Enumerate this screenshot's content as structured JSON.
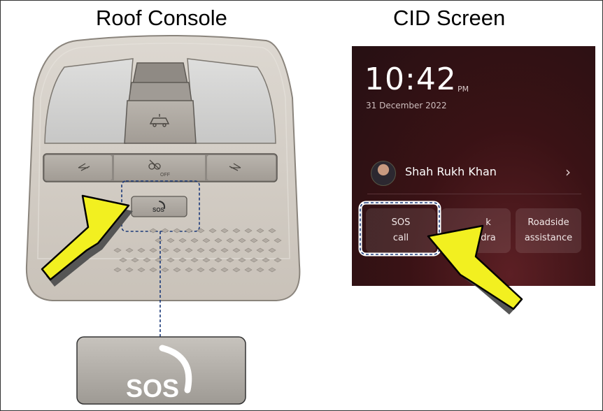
{
  "headings": {
    "left": "Roof Console",
    "right": "CID Screen"
  },
  "roof_console": {
    "sos_button_label": "SOS",
    "center_button_sublabel": "OFF",
    "zoom_label": "SOS"
  },
  "cid": {
    "time": "10:42",
    "ampm": "PM",
    "date": "31 December 2022",
    "contact_name": "Shah Rukh Khan",
    "buttons": [
      {
        "line1": "SOS",
        "line2": "call"
      },
      {
        "line1": "k",
        "line2": "dra"
      },
      {
        "line1": "Roadside",
        "line2": "assistance"
      }
    ]
  },
  "colors": {
    "arrow_fill": "#f2f020",
    "console_body": "#cfc9c1",
    "screen_bg": "#2b1114"
  },
  "icons": [
    "car-light-icon",
    "map-lamp-left-icon",
    "mood-lamp-off-icon",
    "map-lamp-right-icon",
    "phone-handset-icon",
    "chevron-right-icon",
    "highlight-arrow-icon"
  ]
}
